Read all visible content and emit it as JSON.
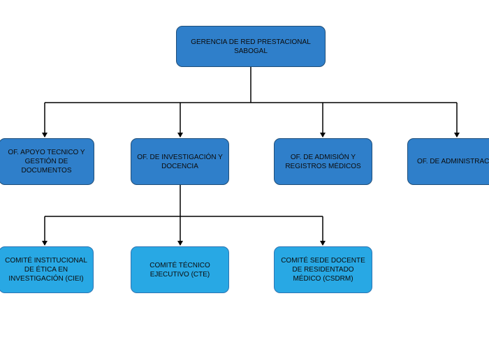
{
  "diagram": {
    "colors": {
      "level2_fill": "#2f7fca",
      "level3_fill": "#28a8e4",
      "connector": "#000000"
    },
    "nodes": {
      "root": {
        "label": "GERENCIA DE RED PRESTACIONAL\nSABOGAL"
      },
      "apoyo": {
        "label": "OF. APOYO TECNICO Y\nGESTIÓN DE\nDOCUMENTOS"
      },
      "investigacion": {
        "label": "OF. DE INVESTIGACIÓN Y\nDOCENCIA"
      },
      "admision": {
        "label": "OF. DE ADMISIÓN Y\nREGISTROS MÉDICOS"
      },
      "administracion": {
        "label": "OF. DE ADMINISTRACIÓN"
      },
      "ciei": {
        "label": "COMITÉ INSTITUCIONAL\nDE ÉTICA EN\nINVESTIGACIÓN (CIEI)"
      },
      "cte": {
        "label": "COMITÉ TÉCNICO\nEJECUTIVO (CTE)"
      },
      "csdrm": {
        "label": "COMITÉ SEDE DOCENTE\nDE RESIDENTADO\nMÉDICO (CSDRM)"
      }
    },
    "edges": [
      {
        "from": "root",
        "to": "apoyo"
      },
      {
        "from": "root",
        "to": "investigacion"
      },
      {
        "from": "root",
        "to": "admision"
      },
      {
        "from": "root",
        "to": "administracion"
      },
      {
        "from": "investigacion",
        "to": "ciei"
      },
      {
        "from": "investigacion",
        "to": "cte"
      },
      {
        "from": "investigacion",
        "to": "csdrm"
      }
    ]
  }
}
